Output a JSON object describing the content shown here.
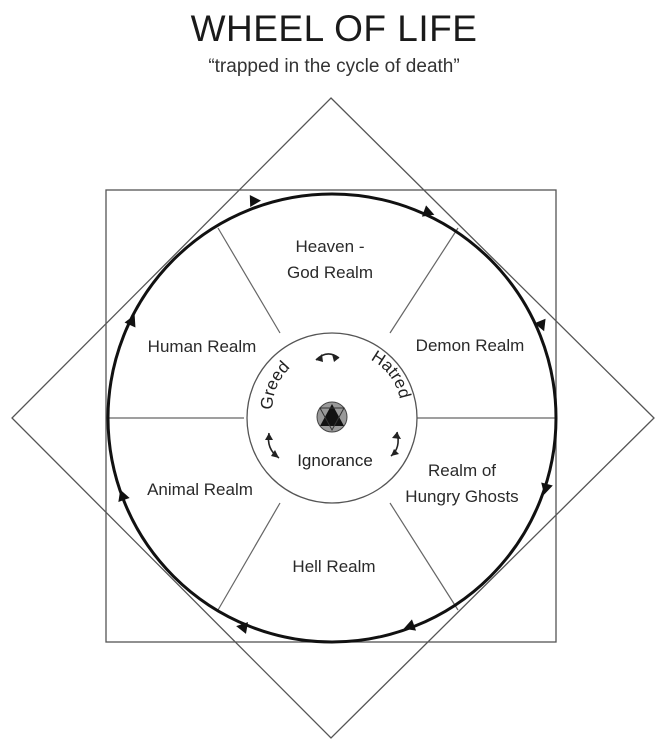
{
  "title": "WHEEL OF LIFE",
  "subtitle": "“trapped in the cycle of death”",
  "realms": {
    "heaven_line1": "Heaven -",
    "heaven_line2": "God Realm",
    "demon": "Demon Realm",
    "hungry_ghosts_line1": "Realm of",
    "hungry_ghosts_line2": "Hungry Ghosts",
    "hell": "Hell Realm",
    "animal": "Animal Realm",
    "human": "Human Realm"
  },
  "poisons": {
    "greed": "Greed",
    "hatred": "Hatred",
    "ignorance": "Ignorance"
  }
}
